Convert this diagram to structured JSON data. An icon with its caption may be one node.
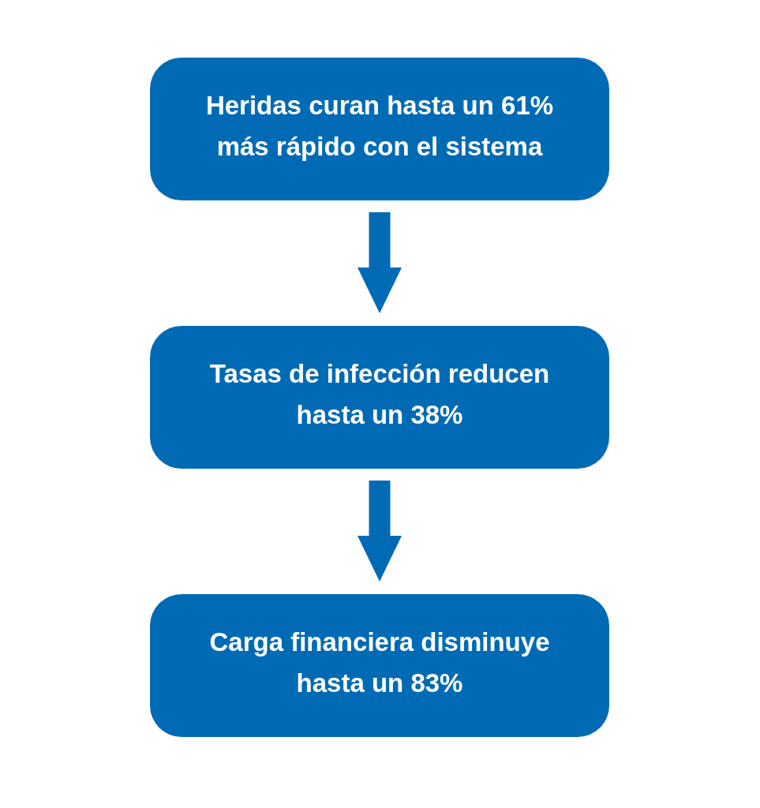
{
  "diagram": {
    "nodes": [
      {
        "text": [
          "Heridas curan hasta un 61% más rápido con el sistema"
        ]
      },
      {
        "text": [
          "Tasas de infección reducen hasta un 38%"
        ]
      },
      {
        "text": [
          "Carga financiera disminuye hasta un 83%"
        ]
      }
    ],
    "edges": [
      {
        "from": 0,
        "to": 1,
        "arrow": "to"
      },
      {
        "from": 1,
        "to": 2,
        "arrow": "to"
      }
    ]
  }
}
